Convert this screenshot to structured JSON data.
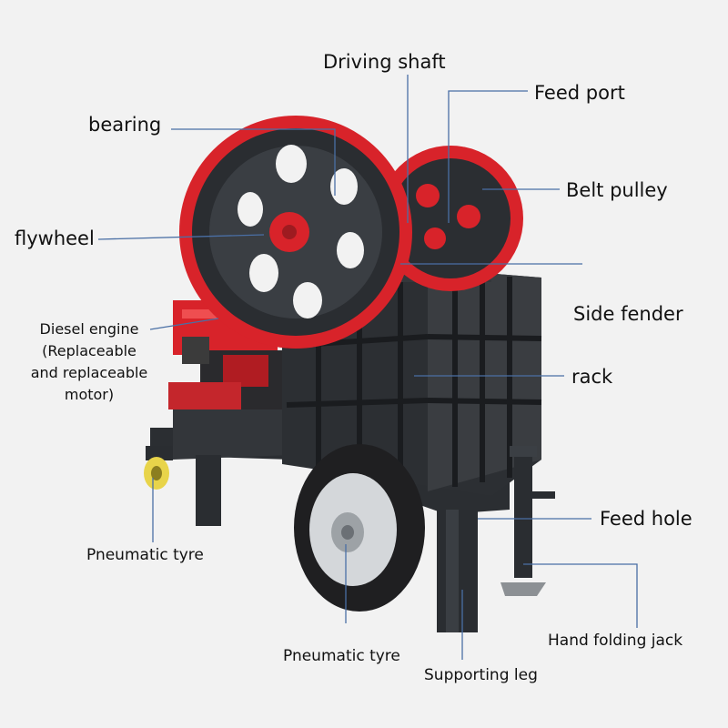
{
  "labels": {
    "driving_shaft": "Driving shaft",
    "feed_port": "Feed port",
    "bearing": "bearing",
    "belt_pulley": "Belt pulley",
    "flywheel": "flywheel",
    "side_fender": "Side fender",
    "diesel_engine_line1": "Diesel engine",
    "diesel_engine_line2": "(Replaceable",
    "diesel_engine_line3": "and replaceable",
    "diesel_engine_line4": "motor)",
    "rack": "rack",
    "feed_hole": "Feed hole",
    "pneumatic_tyre_left": "Pneumatic tyre",
    "pneumatic_tyre_center": "Pneumatic tyre",
    "hand_folding_jack": "Hand folding jack",
    "supporting_leg": "Supporting leg"
  },
  "colors": {
    "leader_line": "#4a6fa5",
    "machine_frame": "#2c2f33",
    "accent_red": "#d8232a",
    "background": "#f2f2f2"
  }
}
